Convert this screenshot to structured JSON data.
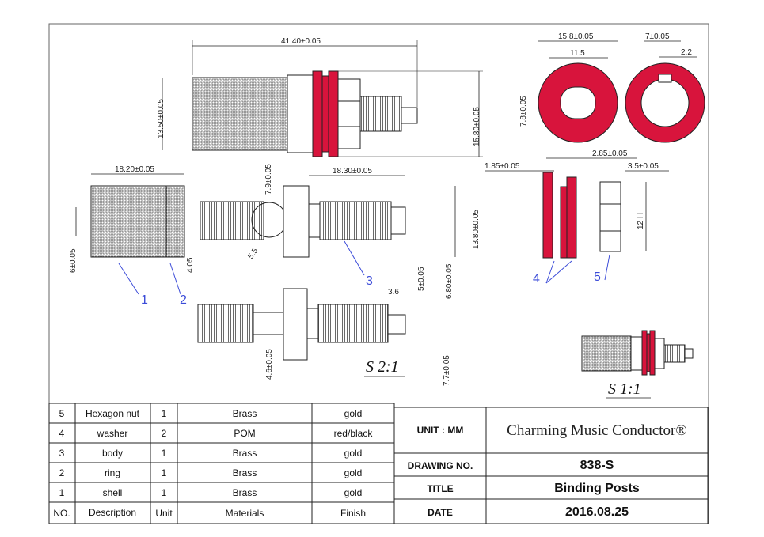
{
  "drawing": {
    "overall_length": "41.40±0.05",
    "shell_diameter": "13.50±0.05",
    "flange_diameter": "15.80±0.05",
    "shell_length": "18.20±0.05",
    "shell_hole": "6±0.05",
    "ring_width": "4.05",
    "body_thread_length": "18.30±0.05",
    "body_neck": "7.9±0.05",
    "body_chamfer": "5.5",
    "body_flange_dia": "13.80±0.05",
    "body_pin_dia": "5±0.05",
    "body_thread_dia": "6.80±0.05",
    "body_step": "3.6",
    "body2_left_dia": "4.6±0.05",
    "body2_right_dia": "7.7±0.05",
    "washer_od": "15.8±0.05",
    "washer_id": "11.5",
    "washer_flat": "7.8±0.05",
    "washer_hole": "7±0.05",
    "washer_key": "2.2",
    "washer_side_thick": "2.85±0.05",
    "washer_side_thin": "1.85±0.05",
    "nut_thickness": "3.5±0.05",
    "nut_size": "12 H",
    "scale_main": "S 2:1",
    "scale_assembly": "S 1:1",
    "callouts": [
      "1",
      "2",
      "3",
      "4",
      "5"
    ]
  },
  "colors": {
    "washer_red": "#d8143c",
    "callout_blue": "#3b4bd8",
    "line": "#222222"
  },
  "bom": {
    "headers": {
      "no": "NO.",
      "description": "Description",
      "unit": "Unit",
      "materials": "Materials",
      "finish": "Finish"
    },
    "rows": [
      {
        "no": "5",
        "description": "Hexagon nut",
        "unit": "1",
        "materials": "Brass",
        "finish": "gold"
      },
      {
        "no": "4",
        "description": "washer",
        "unit": "2",
        "materials": "POM",
        "finish": "red/black"
      },
      {
        "no": "3",
        "description": "body",
        "unit": "1",
        "materials": "Brass",
        "finish": "gold"
      },
      {
        "no": "2",
        "description": "ring",
        "unit": "1",
        "materials": "Brass",
        "finish": "gold"
      },
      {
        "no": "1",
        "description": "shell",
        "unit": "1",
        "materials": "Brass",
        "finish": "gold"
      }
    ]
  },
  "title_block": {
    "unit_label": "UNIT : MM",
    "company": "Charming Music Conductor®",
    "drawing_no_label": "DRAWING NO.",
    "drawing_no": "838-S",
    "title_label": "TITLE",
    "title": "Binding Posts",
    "date_label": "DATE",
    "date": "2016.08.25"
  }
}
